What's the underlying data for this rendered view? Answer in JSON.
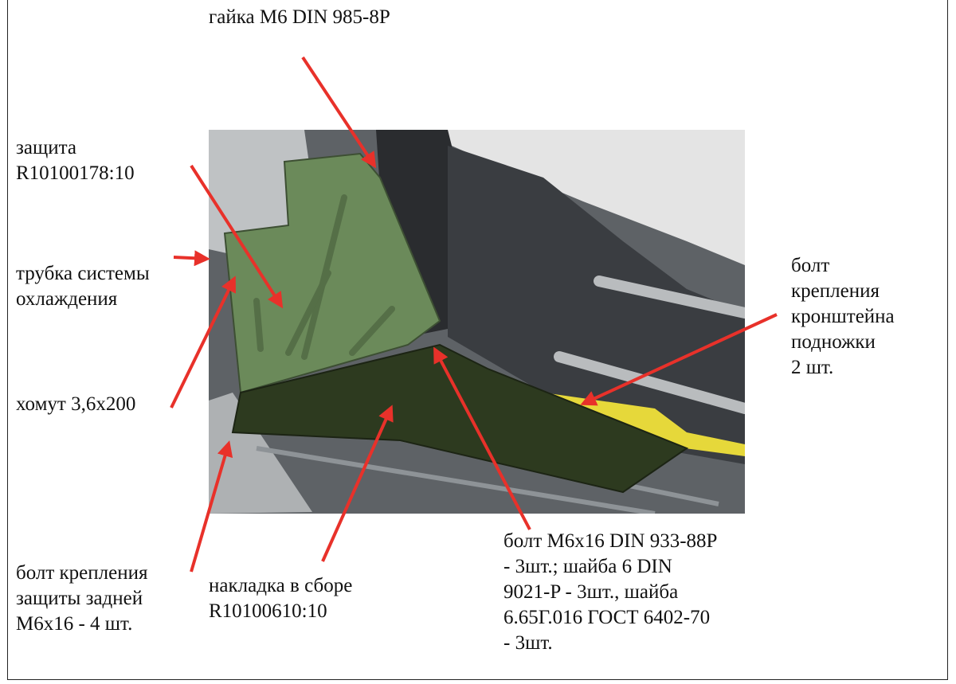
{
  "labels": {
    "nut": "гайка M6 DIN 985-8P",
    "guard": "защита\nR10100178:10",
    "cooling_tube": "трубка системы\nохлаждения",
    "clamp": "хомут 3,6x200",
    "footrest_bolt": "болт\nкрепления\nкронштейна\nподножки\n2 шт.",
    "rear_guard_bolt": "болт крепления\nзащиты задней\nM6x16 - 4 шт.",
    "cover_assembly": "накладка в сборе\nR10100610:10",
    "bolt_set": "болт M6x16 DIN 933-88P\n- 3шт.; шайба 6 DIN\n9021-P - 3шт., шайба\n6.65Г.016 ГОСТ 6402-70\n- 3шт."
  },
  "colors": {
    "arrow": "#e8312a",
    "guard_green": "#6b8a5a",
    "cover_dark": "#2d3a1f",
    "accent_yellow": "#e6d83a"
  }
}
